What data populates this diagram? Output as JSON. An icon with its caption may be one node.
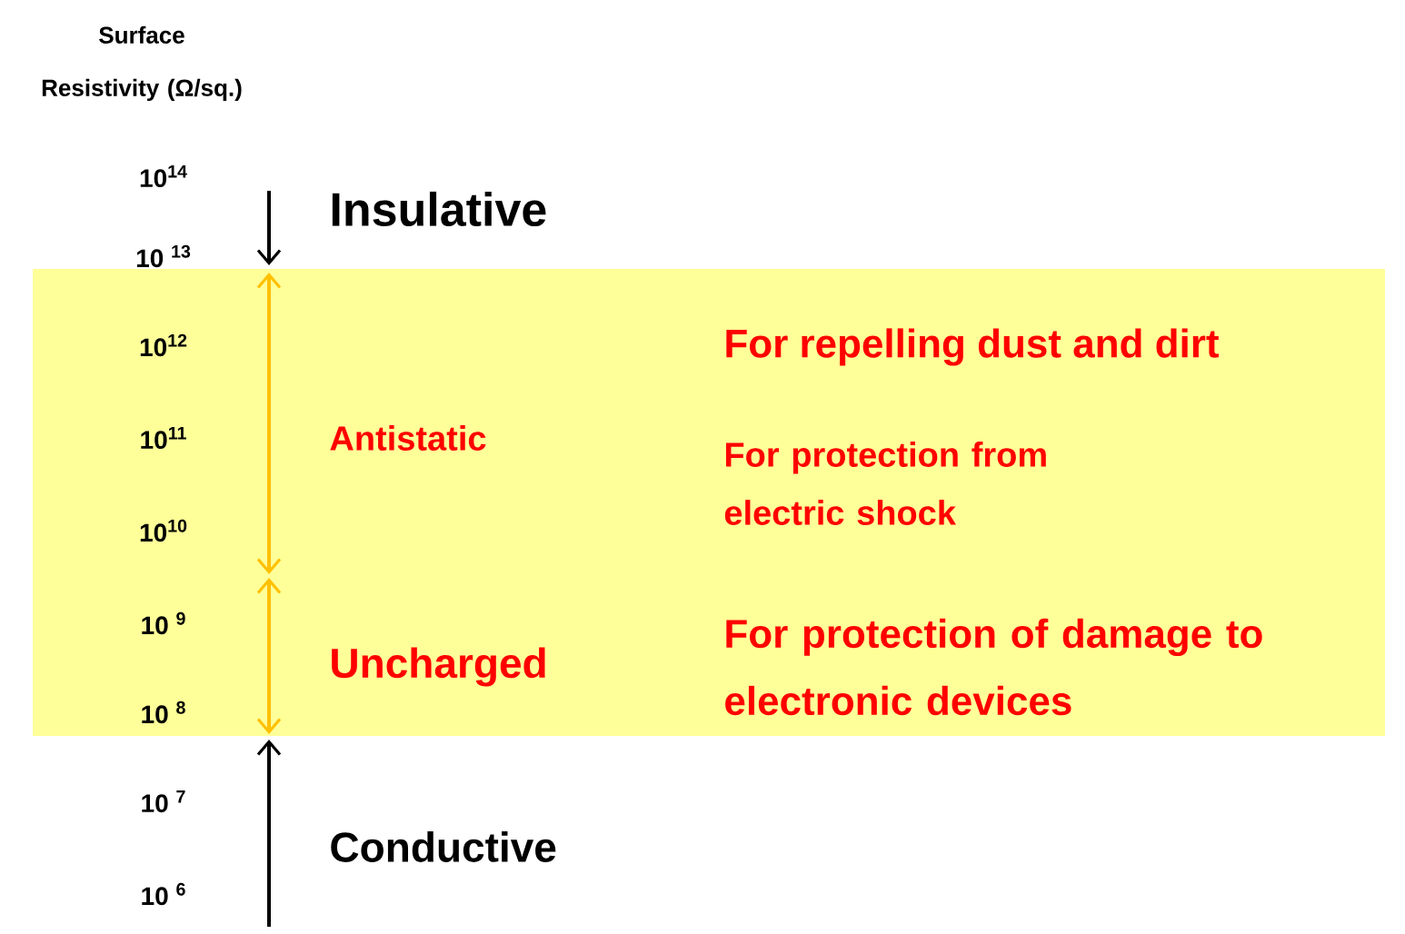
{
  "diagram": {
    "title": "Surface Resistivity (Ω/sq.)",
    "labels": [
      "10$^{14}$",
      "Insulative",
      "10 $^{13}$",
      "10$^{12}$",
      "For repelling dust and dirt",
      "10$^{11}$",
      "Antistatic",
      "For protection from electric shock",
      "10$^{10}$",
      "10 $^{9}$",
      "Uncharged",
      "For protection of damage to electronic devices",
      "10 $^{8}$",
      "10 $^{7}$",
      "Conductive",
      "10 $^{6}$"
    ]
  }
}
